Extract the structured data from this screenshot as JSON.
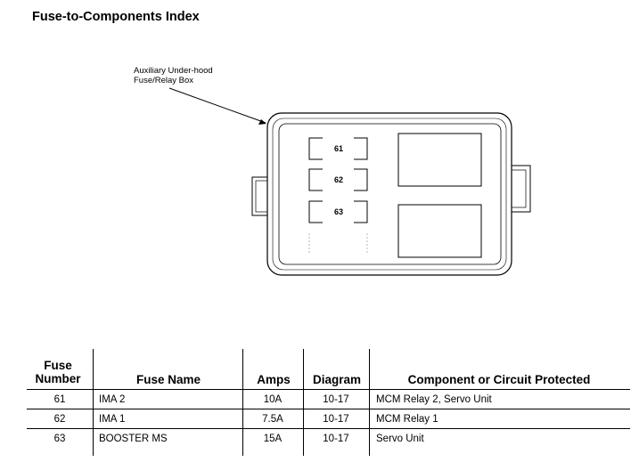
{
  "page": {
    "title": "Fuse-to-Components Index"
  },
  "diagram": {
    "callout_line1": "Auxiliary Under-hood",
    "callout_line2": "Fuse/Relay Box",
    "fuses": [
      "61",
      "62",
      "63"
    ]
  },
  "table": {
    "headers": {
      "fuse_number_1": "Fuse",
      "fuse_number_2": "Number",
      "fuse_name": "Fuse Name",
      "amps": "Amps",
      "diagram": "Diagram",
      "component": "Component or Circuit Protected"
    },
    "rows": [
      {
        "number": "61",
        "name": "IMA 2",
        "amps": "10A",
        "diagram": "10-17",
        "component": "MCM Relay 2, Servo Unit"
      },
      {
        "number": "62",
        "name": "IMA 1",
        "amps": "7.5A",
        "diagram": "10-17",
        "component": "MCM Relay 1"
      },
      {
        "number": "63",
        "name": "BOOSTER MS",
        "amps": "15A",
        "diagram": "10-17",
        "component": "Servo Unit"
      }
    ]
  }
}
